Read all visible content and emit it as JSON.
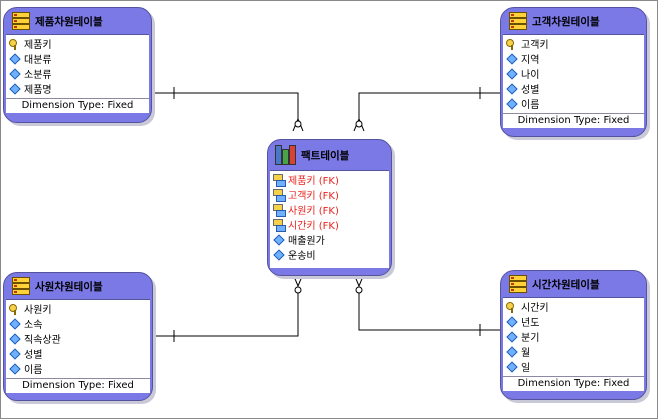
{
  "entities": {
    "product": {
      "title": "제품차원테이블",
      "attrs": [
        {
          "label": "제품키",
          "icon": "key-icon"
        },
        {
          "label": "대분류",
          "icon": "attribute-icon"
        },
        {
          "label": "소분류",
          "icon": "attribute-icon"
        },
        {
          "label": "제품명",
          "icon": "attribute-icon"
        }
      ],
      "footer": "Dimension Type: Fixed"
    },
    "customer": {
      "title": "고객차원테이블",
      "attrs": [
        {
          "label": "고객키",
          "icon": "key-icon"
        },
        {
          "label": "지역",
          "icon": "attribute-icon"
        },
        {
          "label": "나이",
          "icon": "attribute-icon"
        },
        {
          "label": "성별",
          "icon": "attribute-icon"
        },
        {
          "label": "이름",
          "icon": "attribute-icon"
        }
      ],
      "footer": "Dimension Type: Fixed"
    },
    "fact": {
      "title": "팩트테이블",
      "attrs": [
        {
          "label": "제품키 (FK)",
          "icon": "foreign-key-icon"
        },
        {
          "label": "고객키 (FK)",
          "icon": "foreign-key-icon"
        },
        {
          "label": "사원키 (FK)",
          "icon": "foreign-key-icon"
        },
        {
          "label": "시간키 (FK)",
          "icon": "foreign-key-icon"
        },
        {
          "label": "매출원가",
          "icon": "attribute-icon"
        },
        {
          "label": "운송비",
          "icon": "attribute-icon"
        }
      ]
    },
    "employee": {
      "title": "사원차원테이블",
      "attrs": [
        {
          "label": "사원키",
          "icon": "key-icon"
        },
        {
          "label": "소속",
          "icon": "attribute-icon"
        },
        {
          "label": "직속상관",
          "icon": "attribute-icon"
        },
        {
          "label": "성별",
          "icon": "attribute-icon"
        },
        {
          "label": "이름",
          "icon": "attribute-icon"
        }
      ],
      "footer": "Dimension Type: Fixed"
    },
    "time": {
      "title": "시간차원테이블",
      "attrs": [
        {
          "label": "시간키",
          "icon": "key-icon"
        },
        {
          "label": "년도",
          "icon": "attribute-icon"
        },
        {
          "label": "분기",
          "icon": "attribute-icon"
        },
        {
          "label": "월",
          "icon": "attribute-icon"
        },
        {
          "label": "일",
          "icon": "attribute-icon"
        }
      ],
      "footer": "Dimension Type: Fixed"
    }
  },
  "colors": {
    "entity_header": "#7b79e6",
    "fk_text": "#e8231d",
    "line": "#000000"
  }
}
